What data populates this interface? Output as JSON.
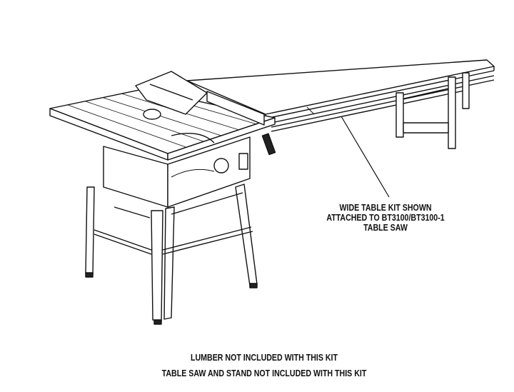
{
  "callout": {
    "lines": [
      "WIDE TABLE KIT SHOWN",
      "ATTACHED TO BT3100/BT3100-1",
      "TABLE SAW"
    ]
  },
  "notes": [
    "LUMBER NOT INCLUDED WITH THIS KIT",
    "TABLE SAW AND STAND NOT INCLUDED WITH THIS KIT"
  ]
}
